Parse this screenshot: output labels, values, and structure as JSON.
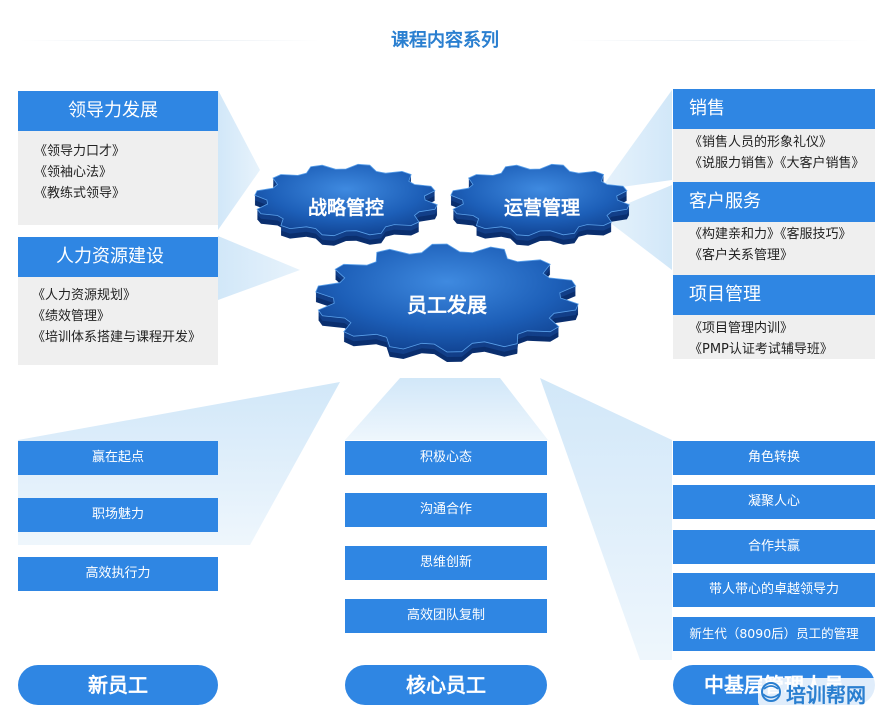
{
  "title": "课程内容系列",
  "gears": {
    "strategy": "战略管控",
    "operation": "运营管理",
    "employee": "员工发展"
  },
  "left_panels": [
    {
      "heading": "领导力发展",
      "items": [
        "《领导力口才》",
        "《领袖心法》",
        "《教练式领导》"
      ]
    },
    {
      "heading": "人力资源建设",
      "items": [
        "《人力资源规划》",
        "《绩效管理》",
        "《培训体系搭建与课程开发》"
      ]
    }
  ],
  "right_panels": [
    {
      "heading": "销售",
      "items": [
        "《销售人员的形象礼仪》",
        "《说服力销售》《大客户销售》"
      ]
    },
    {
      "heading": "客户服务",
      "items": [
        "《构建亲和力》《客服技巧》",
        "《客户关系管理》"
      ]
    },
    {
      "heading": "项目管理",
      "items": [
        "《项目管理内训》",
        "《PMP认证考试辅导班》"
      ]
    }
  ],
  "columns": {
    "new_staff": {
      "items": [
        "赢在起点",
        "职场魅力",
        "高效执行力"
      ],
      "label": "新员工"
    },
    "core_staff": {
      "items": [
        "积极心态",
        "沟通合作",
        "思维创新",
        "高效团队复制"
      ],
      "label": "核心员工"
    },
    "mid_managers": {
      "items": [
        "角色转换",
        "凝聚人心",
        "合作共赢",
        "带人带心的卓越领导力",
        "新生代（8090后）员工的管理"
      ],
      "label": "中基层管理人员"
    }
  },
  "watermark": "培训帮网",
  "colors": {
    "accent": "#2f86e3",
    "panel_bg": "#efefef",
    "gear_dark": "#0f3f8c",
    "gear_light": "#2f78d6",
    "beam": "#cfe6f8"
  },
  "icons": {
    "gear": "gear-icon",
    "logo": "globe-logo-icon"
  }
}
